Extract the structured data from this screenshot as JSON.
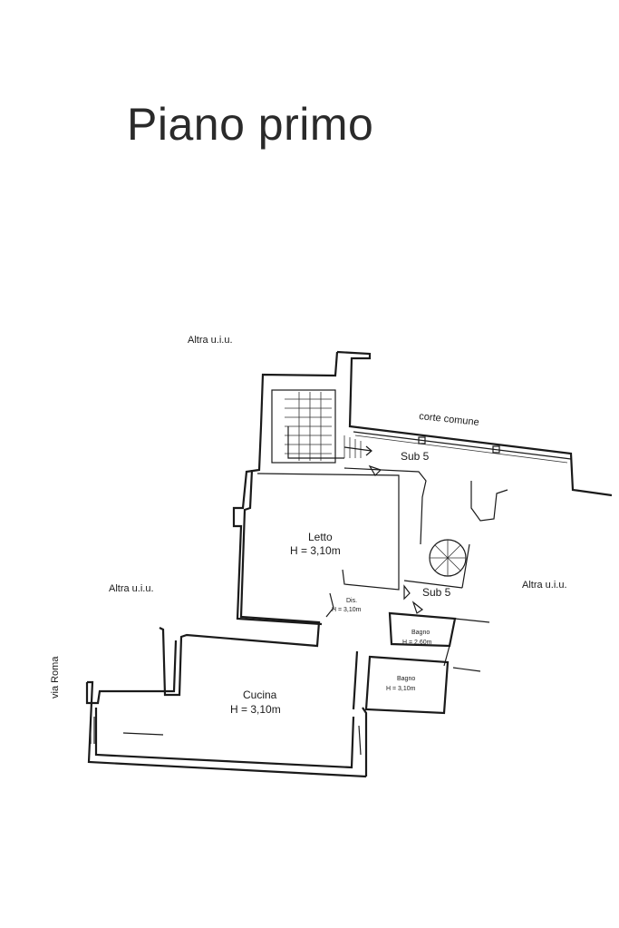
{
  "title": "Piano primo",
  "labels": {
    "altra_top": "Altra u.i.u.",
    "altra_left": "Altra u.i.u.",
    "altra_right": "Altra u.i.u.",
    "corte_comune": "corte comune",
    "sub5_top": "Sub 5",
    "sub5_mid": "Sub 5",
    "via_roma": "via Roma",
    "letto_name": "Letto",
    "letto_h": "H = 3,10m",
    "dis_name": "Dis.",
    "dis_h": "H = 3,10m",
    "bagno1_name": "Bagno",
    "bagno1_h": "H = 2,60m",
    "bagno2_name": "Bagno",
    "bagno2_h": "H = 3,10m",
    "cucina_name": "Cucina",
    "cucina_h": "H = 3,10m"
  }
}
